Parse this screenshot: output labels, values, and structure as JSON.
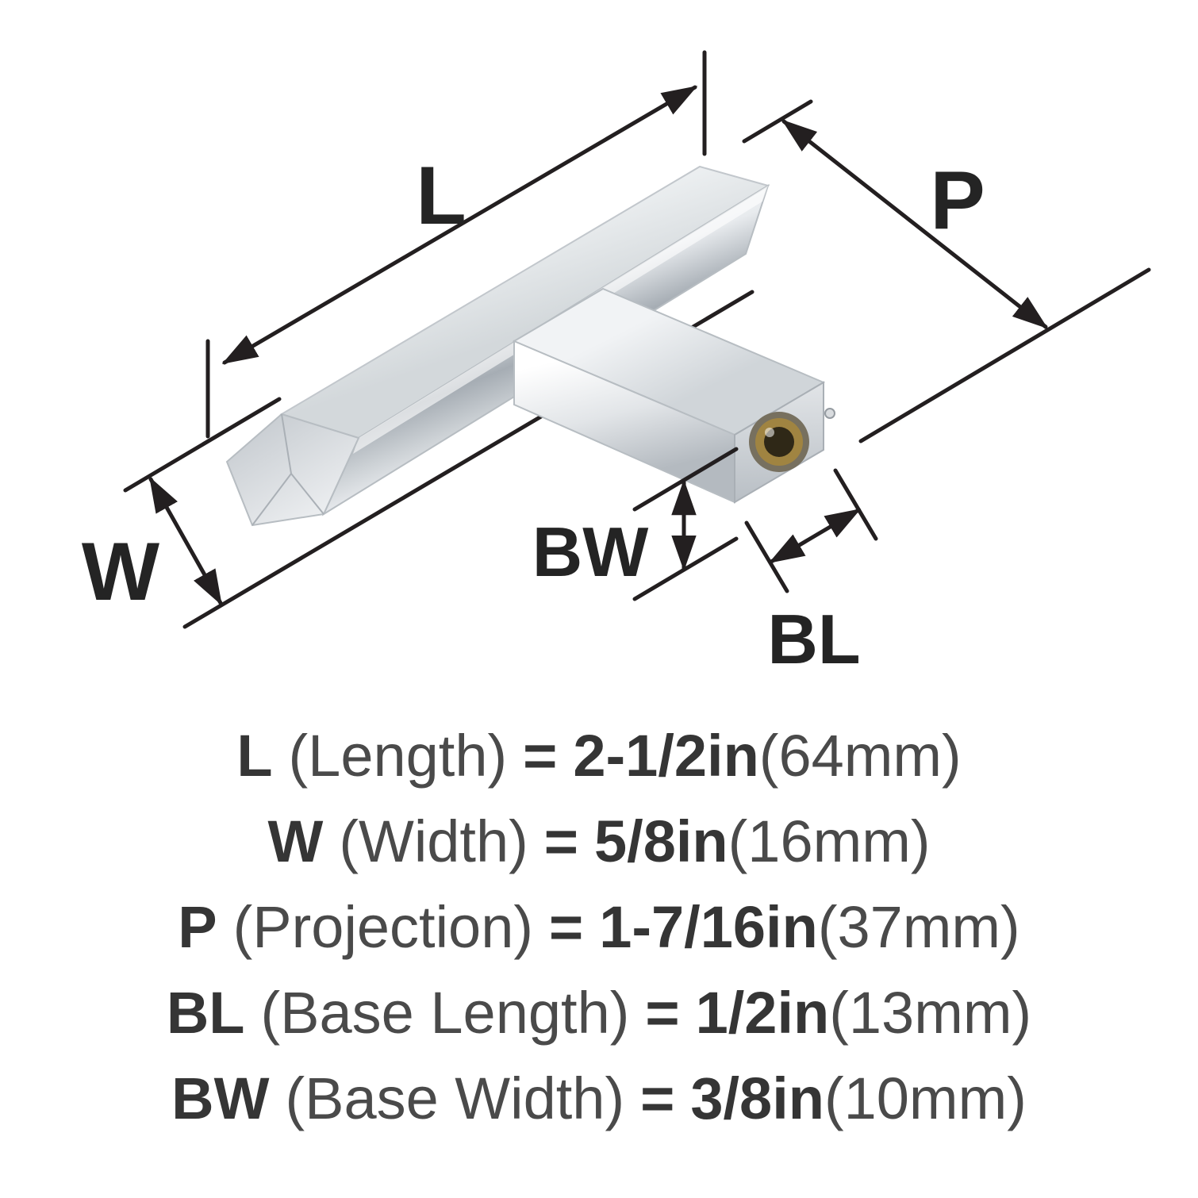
{
  "dimensions": {
    "L": {
      "label": "L"
    },
    "P": {
      "label": "P"
    },
    "W": {
      "label": "W"
    },
    "BL": {
      "label": "BL"
    },
    "BW": {
      "label": "BW"
    }
  },
  "legend": [
    {
      "symbol": "L",
      "name": "(Length)",
      "equals": "=",
      "value": "2-1/2in",
      "metric": "(64mm)"
    },
    {
      "symbol": "W",
      "name": "(Width)",
      "equals": "=",
      "value": "5/8in",
      "metric": "(16mm)"
    },
    {
      "symbol": "P",
      "name": "(Projection)",
      "equals": "=",
      "value": "1-7/16in",
      "metric": "(37mm)"
    },
    {
      "symbol": "BL",
      "name": "(Base Length)",
      "equals": "=",
      "value": "1/2in",
      "metric": "(13mm)"
    },
    {
      "symbol": "BW",
      "name": "(Base Width)",
      "equals": "=",
      "value": "3/8in",
      "metric": "(10mm)"
    }
  ],
  "colors": {
    "dimension_line": "#231f20",
    "label_text": "#242424",
    "legend_bold_text": "#353535",
    "legend_regular_text": "#4a4a4a",
    "brass_insert": "#a08441",
    "chrome_light": "#f8fafb",
    "chrome_dark": "#a6adb4",
    "background": "#ffffff"
  }
}
